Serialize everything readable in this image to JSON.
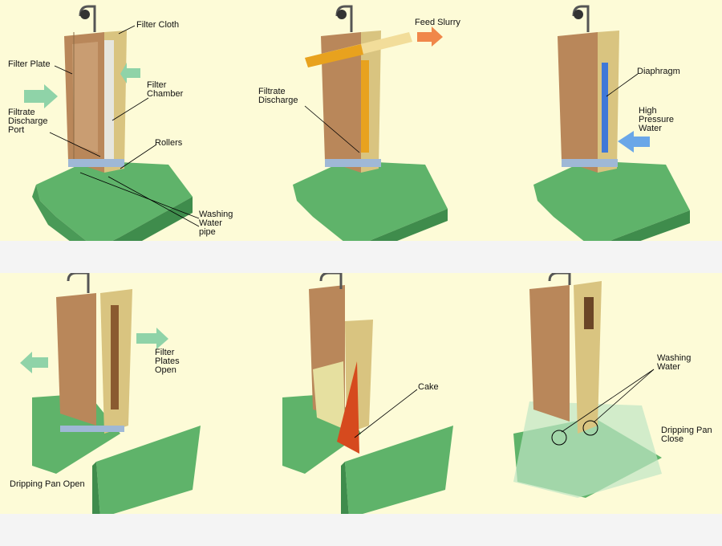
{
  "panels": {
    "p1": {
      "filter_cloth": "Filter Cloth",
      "filter_plate": "Filter Plate",
      "filter_chamber": "Filter\nChamber",
      "filtrate_discharge_port": "Filtrate\nDischarge\nPort",
      "rollers": "Rollers",
      "washing_water_pipe": "Washing\nWater pipe"
    },
    "p2": {
      "feed_slurry": "Feed Slurry",
      "filtrate_discharge": "Filtrate\nDischarge"
    },
    "p3": {
      "diaphragm": "Diaphragm",
      "high_pressure_water": "High\nPressure\nWater"
    },
    "p4": {
      "filter_plates_open": "Filter\nPlates\nOpen",
      "dripping_pan_open": "Dripping Pan Open"
    },
    "p5": {
      "cake": "Cake"
    },
    "p6": {
      "washing_water": "Washing\nWater",
      "dripping_pan_close": "Dripping Pan\nClose"
    }
  },
  "colors": {
    "panel_bg": "#fdfbd7",
    "base_green": "#5fb36a",
    "base_green_dark": "#3f8c4c",
    "plate_brown": "#b9875a",
    "cloth_yellow": "#e9e2a3",
    "arrow_mint": "#8fd3a8",
    "arrow_orange": "#f0874a",
    "arrow_blue": "#6aa7e8",
    "slurry_orange": "#e8a21e",
    "diaphragm_blue": "#3f78d8",
    "cake_red": "#d64a1e"
  }
}
